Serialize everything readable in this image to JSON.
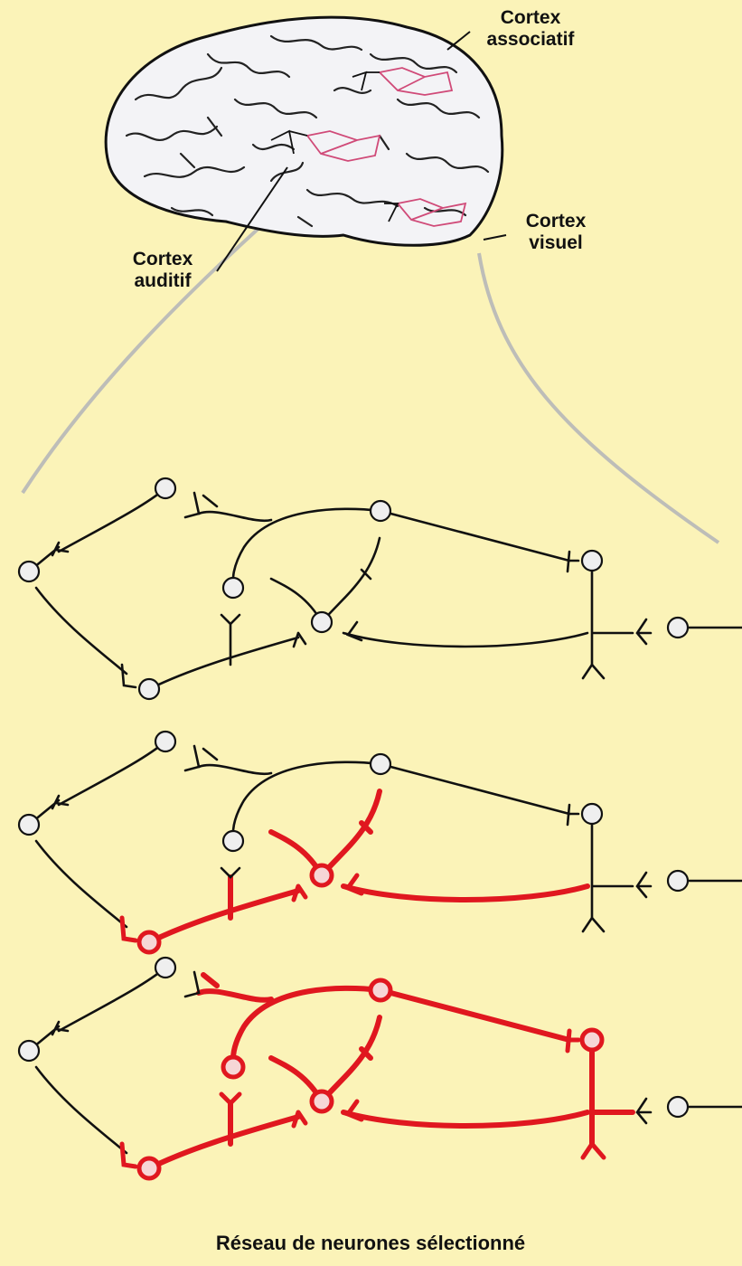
{
  "labels": {
    "cortex_associatif": [
      "Cortex",
      "associatif"
    ],
    "cortex_visuel": [
      "Cortex",
      "visuel"
    ],
    "cortex_auditif": [
      "Cortex",
      "auditif"
    ],
    "caption": "Réseau de neurones sélectionné"
  },
  "colors": {
    "background": "#fbf3b8",
    "ink": "#111111",
    "active": "#e0171f",
    "brain_fill": "#f3f3f6",
    "connector": "#bdbdb8",
    "neuron_fill": "#efefef"
  },
  "networks": [
    {
      "name": "network-panel-1",
      "active_neurons": []
    },
    {
      "name": "network-panel-2",
      "active_neurons": [
        "n-bottom-left",
        "n-center"
      ]
    },
    {
      "name": "network-panel-3",
      "active_neurons": [
        "n-bottom-left",
        "n-center",
        "n-middle",
        "n-top-middle",
        "n-right"
      ]
    }
  ]
}
